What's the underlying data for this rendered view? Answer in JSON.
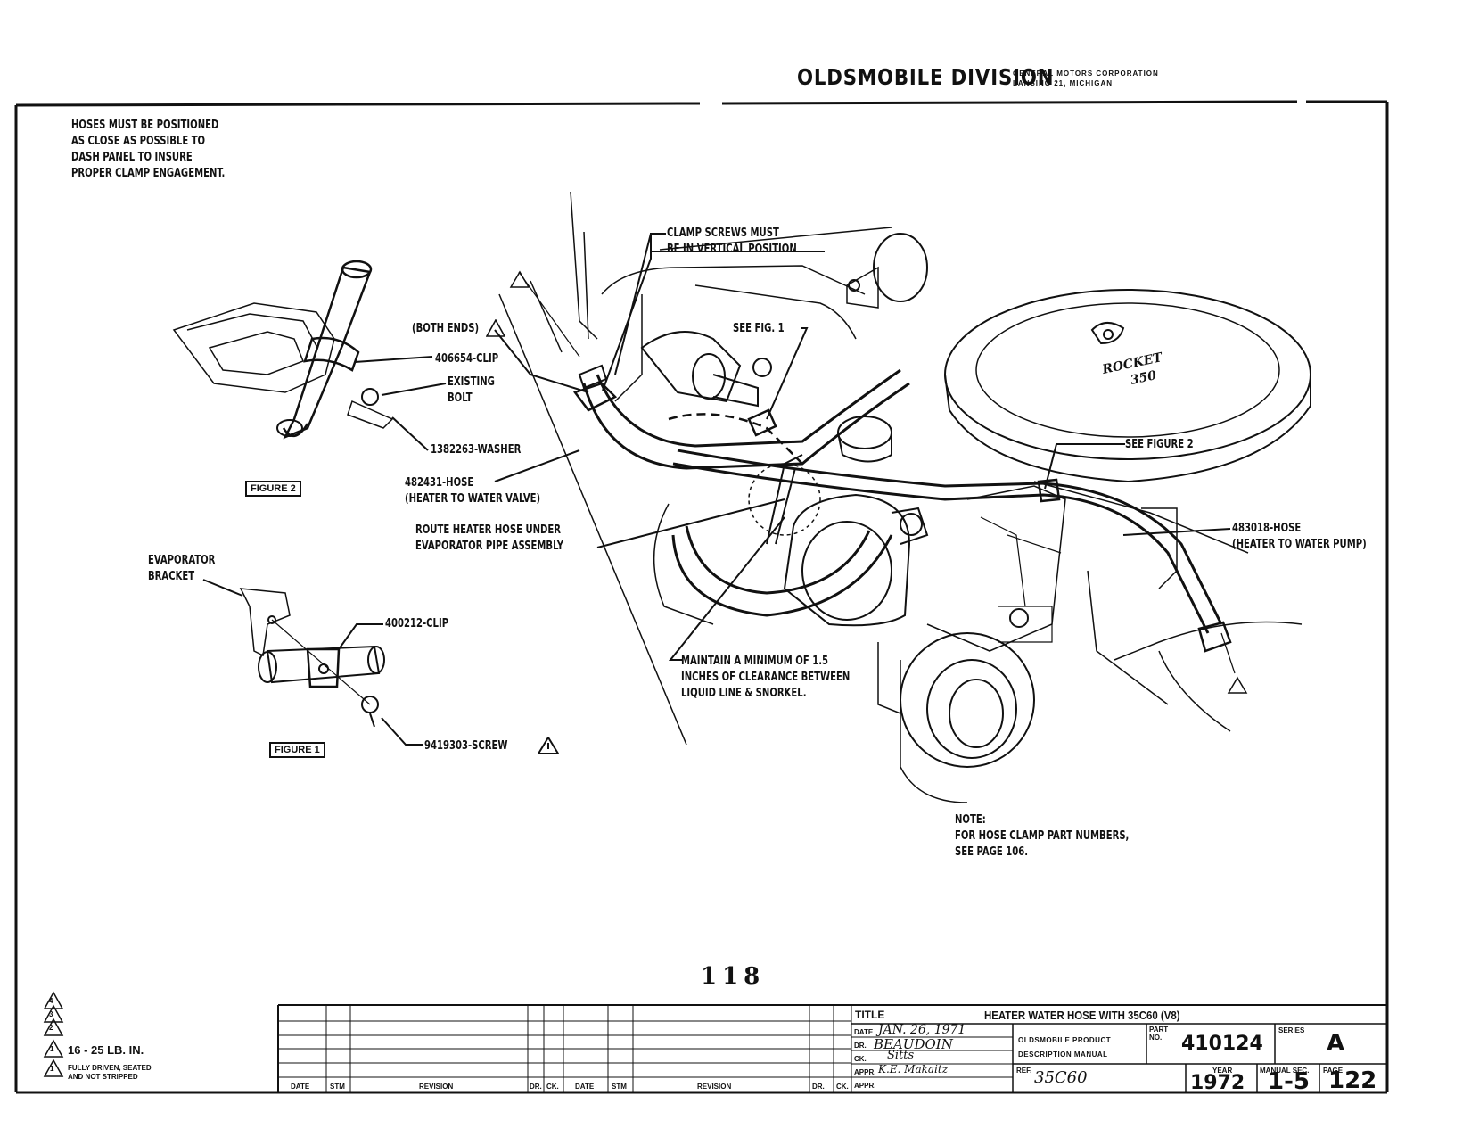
{
  "header": {
    "division": "OLDSMOBILE DIVISION",
    "corporation": "GENERAL MOTORS CORPORATION",
    "location": "LANSING 21, MICHIGAN"
  },
  "notes": {
    "hoses_positioned": [
      "HOSES MUST BE POSITIONED",
      "AS CLOSE AS POSSIBLE TO",
      "DASH PANEL TO INSURE",
      "PROPER CLAMP ENGAGEMENT."
    ],
    "hose_clamp_note": [
      "NOTE:",
      "FOR HOSE CLAMP PART NUMBERS,",
      "SEE PAGE 106."
    ]
  },
  "callouts": {
    "clamp_screws": [
      "CLAMP SCREWS MUST",
      "BE IN VERTICAL POSITION"
    ],
    "both_ends": "(BOTH ENDS)",
    "see_fig_1": "SEE FIG. 1",
    "clip_406654": "406654-CLIP",
    "existing_bolt": [
      "EXISTING",
      "BOLT"
    ],
    "washer_1382263": "1382263-WASHER",
    "hose_482431": [
      "482431-HOSE",
      "(HEATER TO WATER VALVE)"
    ],
    "route_heater_hose": [
      "ROUTE HEATER HOSE UNDER",
      "EVAPORATOR PIPE ASSEMBLY"
    ],
    "see_figure_2": "SEE FIGURE 2",
    "hose_483018": [
      "483018-HOSE",
      "(HEATER TO WATER PUMP)"
    ],
    "evaporator_bracket": [
      "EVAPORATOR",
      "BRACKET"
    ],
    "clip_400212": "400212-CLIP",
    "screw_9419303": "9419303-SCREW",
    "maintain_clearance": [
      "MAINTAIN A MINIMUM OF 1.5",
      "INCHES OF CLEARANCE BETWEEN",
      "LIQUID LINE & SNORKEL."
    ],
    "air_cleaner_text": "ROCKET",
    "air_cleaner_number": "350"
  },
  "figures": {
    "figure_1": "FIGURE 1",
    "figure_2": "FIGURE 2"
  },
  "legend": {
    "item_1": "16 - 25 LB. IN.",
    "item_2": [
      "FULLY DRIVEN, SEATED",
      "AND NOT STRIPPED"
    ],
    "numbers": [
      "4",
      "3",
      "2",
      "1",
      "1"
    ]
  },
  "page_number_center": "118",
  "revision_block": {
    "columns": [
      "DATE",
      "STM",
      "REVISION",
      "DR.",
      "CK.",
      "DATE",
      "STM",
      "REVISION",
      "DR.",
      "CK."
    ]
  },
  "title_block": {
    "title_label": "TITLE",
    "title": "HEATER WATER HOSE WITH 35C60 (V8)",
    "date_label": "DATE",
    "date_value": "JAN. 26, 1971",
    "dr_label": "DR.",
    "dr_value": "BEAUDOIN",
    "ck_label": "CK.",
    "ck_value": "Sitts",
    "appr_label": "APPR.",
    "appr_value": "K.E. Makaitz",
    "appr2_label": "APPR.",
    "manual_line1": "OLDSMOBILE PRODUCT",
    "manual_line2": "DESCRIPTION MANUAL",
    "part_label": "PART NO.",
    "part_value": "410124",
    "series_label": "SERIES",
    "series_value": "A",
    "ref_label": "REF.",
    "ref_value": "35C60",
    "year_label": "YEAR",
    "year_value": "1972",
    "manual_sec_label": "MANUAL SEC.",
    "manual_sec_value": "1-5",
    "page_label": "PAGE",
    "page_value": "122"
  }
}
